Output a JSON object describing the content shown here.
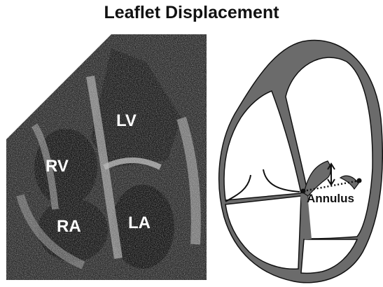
{
  "title": "Leaflet Displacement",
  "echo": {
    "labels": {
      "lv": "LV",
      "rv": "RV",
      "ra": "RA",
      "la": "LA"
    }
  },
  "diagram": {
    "annulus_label": "Annulus",
    "colors": {
      "wall": "#6b6b6b",
      "chamber": "#ffffff",
      "outline": "#111111"
    }
  }
}
